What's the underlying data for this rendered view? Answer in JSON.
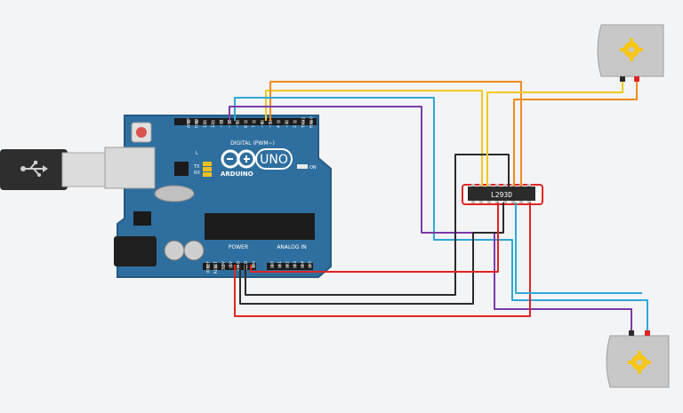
{
  "board": {
    "brand": "ARDUINO",
    "model": "UNO",
    "digital_label": "DIGITAL (PWM~)",
    "analog_label": "ANALOG IN",
    "power_label": "POWER",
    "on_label": "ON",
    "led_l": "L",
    "led_tx": "TX",
    "led_rx": "RX",
    "digital_pins": [
      "AREF",
      "GND",
      "13",
      "12",
      "~11",
      "~10",
      "~9",
      "8",
      "7",
      "~6",
      "~5",
      "4",
      "~3",
      "2",
      "TX→1",
      "RX←0"
    ],
    "power_pins": [
      "IOREF",
      "RESET",
      "3.3V",
      "5V",
      "GND",
      "GND",
      "Vin"
    ],
    "analog_pins": [
      "A0",
      "A1",
      "A2",
      "A3",
      "A4",
      "A5"
    ]
  },
  "chip": {
    "label": "L293D"
  },
  "colors": {
    "board": "#2f6f9f",
    "board_dark": "#255a83",
    "wire_red": "#e02424",
    "wire_black": "#2b2b2b",
    "wire_orange": "#f08a1c",
    "wire_yellow": "#f2c81f",
    "wire_blue": "#2ea8d8",
    "wire_purple": "#7b3aa8",
    "motor_body": "#c8c8c8",
    "motor_gear": "#f5c518"
  },
  "icons": {
    "usb": "usb-icon",
    "infinity": "infinity-logo-icon",
    "gear": "gear-icon"
  }
}
